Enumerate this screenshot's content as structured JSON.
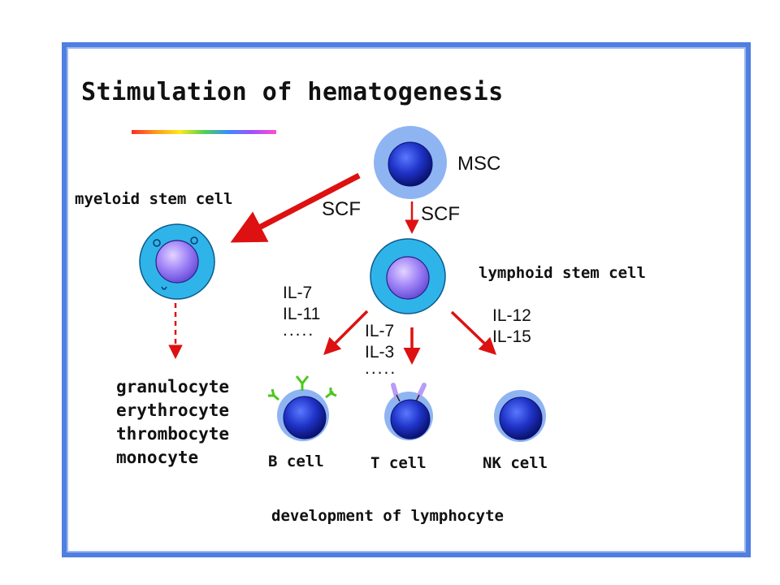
{
  "title": "Stimulation of hematogenesis",
  "nodes": {
    "msc": "MSC",
    "myeloid": "myeloid stem cell",
    "lymphoid": "lymphoid stem cell",
    "b_cell": "B cell",
    "t_cell": "T cell",
    "nk_cell": "NK cell"
  },
  "edges": {
    "msc_to_myeloid": "SCF",
    "msc_to_lymphoid": "SCF",
    "to_b_cell": [
      "IL-7",
      "IL-11",
      "....."
    ],
    "to_t_cell": [
      "IL-7",
      "IL-3",
      "....."
    ],
    "to_nk_cell": [
      "IL-12",
      "IL-15"
    ]
  },
  "myeloid_products": [
    "granulocyte",
    "erythrocyte",
    "thrombocyte",
    "monocyte"
  ],
  "footer": "development of lymphocyte",
  "colors": {
    "frame": "#4f7fe0",
    "arrow": "#dd1111",
    "cell_halo": "#8fb4f2",
    "lymphoid_halo": "#2fb4ea",
    "nucleus_dark": "#1a2bb8",
    "nucleus_purple": "#9a7ef5"
  }
}
